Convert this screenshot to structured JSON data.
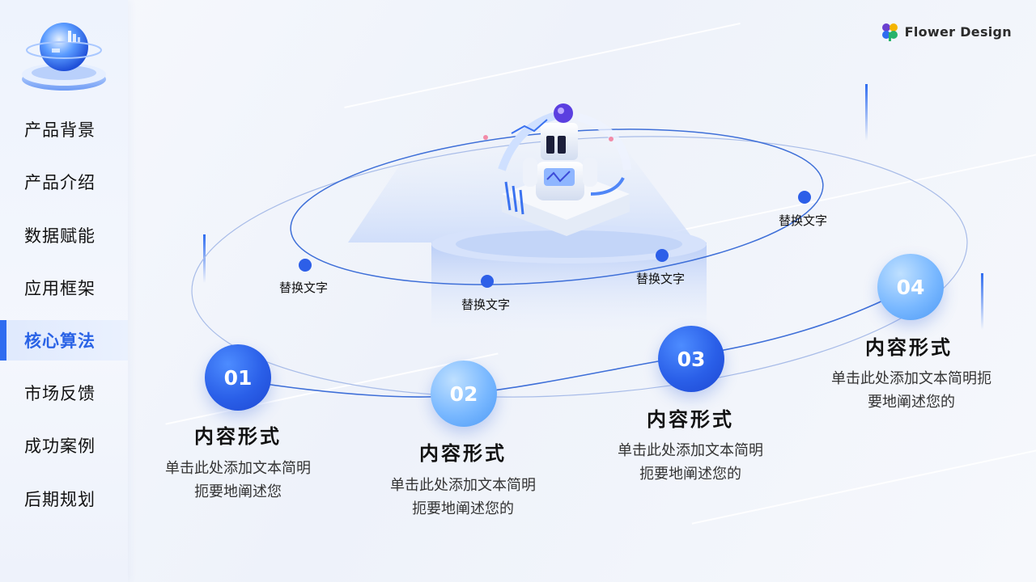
{
  "brand": {
    "name": "Flower Design",
    "icon": "flower-logo-icon"
  },
  "sidebar": {
    "items": [
      {
        "label": "产品背景",
        "active": false
      },
      {
        "label": "产品介绍",
        "active": false
      },
      {
        "label": "数据赋能",
        "active": false
      },
      {
        "label": "应用框架",
        "active": false
      },
      {
        "label": "核心算法",
        "active": true
      },
      {
        "label": "市场反馈",
        "active": false
      },
      {
        "label": "成功案例",
        "active": false
      },
      {
        "label": "后期规划",
        "active": false
      }
    ]
  },
  "orbit_labels": [
    "替换文字",
    "替换文字",
    "替换文字",
    "替换文字"
  ],
  "steps": [
    {
      "number": "01",
      "title": "内容形式",
      "desc_line1": "单击此处添加文本简明",
      "desc_line2": "扼要地阐述您"
    },
    {
      "number": "02",
      "title": "内容形式",
      "desc_line1": "单击此处添加文本简明",
      "desc_line2": "扼要地阐述您的"
    },
    {
      "number": "03",
      "title": "内容形式",
      "desc_line1": "单击此处添加文本简明",
      "desc_line2": "扼要地阐述您的"
    },
    {
      "number": "04",
      "title": "内容形式",
      "desc_line1": "单击此处添加文本简明扼",
      "desc_line2": "要地阐述您的"
    }
  ],
  "colors": {
    "accent": "#2f6cf0",
    "active_text": "#2a63e6",
    "orbit": "#3e6fd8"
  }
}
